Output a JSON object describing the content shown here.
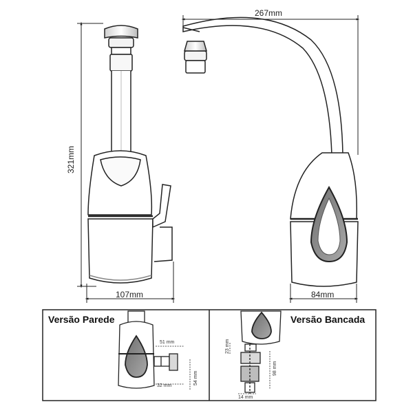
{
  "dimensions": {
    "total_width": "267mm",
    "total_height": "321mm",
    "front_base_width": "107mm",
    "side_base_width": "84mm"
  },
  "panels": {
    "wall": {
      "title": "Versão Parede",
      "dims": [
        "51 mm",
        "32 mm",
        "54 mm"
      ]
    },
    "counter": {
      "title": "Versão Bancada",
      "dims": [
        "23 mm",
        "98 mm",
        "14 mm"
      ]
    }
  },
  "colors": {
    "line": "#222222",
    "shade": "#8a8a8a",
    "light": "#e6e6e6"
  }
}
